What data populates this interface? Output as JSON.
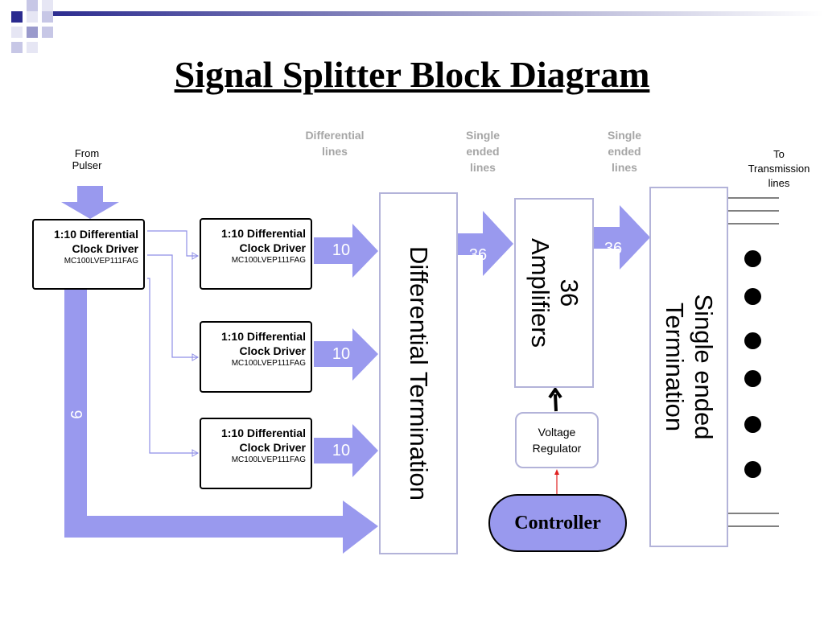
{
  "title": "Signal Splitter Block Diagram",
  "labels": {
    "from_pulser": [
      "From",
      "Pulser"
    ],
    "differential_lines": [
      "Differential",
      "lines"
    ],
    "single_ended_lines_1": [
      "Single",
      "ended",
      "lines"
    ],
    "single_ended_lines_2": [
      "Single",
      "ended",
      "lines"
    ],
    "to_transmission_lines": [
      "To",
      "Transmission",
      "lines"
    ]
  },
  "drivers": [
    {
      "line1": "1:10 Differential",
      "line2": "Clock Driver",
      "part": "MC100LVEP111FAG"
    },
    {
      "line1": "1:10 Differential",
      "line2": "Clock Driver",
      "part": "MC100LVEP111FAG"
    },
    {
      "line1": "1:10 Differential",
      "line2": "Clock Driver",
      "part": "MC100LVEP111FAG"
    },
    {
      "line1": "1:10 Differential",
      "line2": "Clock Driver",
      "part": "MC100LVEP111FAG"
    }
  ],
  "counts": {
    "bypass_arrow": "9",
    "driver_outputs": [
      "10",
      "10",
      "10"
    ],
    "to_amplifiers": "36",
    "to_single_ended": "36"
  },
  "blocks": {
    "differential_termination": "Differential Termination",
    "amplifiers": [
      "36",
      "Amplifiers"
    ],
    "single_ended_termination": [
      "Single ended",
      "Termination"
    ],
    "voltage_regulator": [
      "Voltage",
      "Regulator"
    ],
    "controller": "Controller"
  },
  "colors": {
    "arrow_fill": "#9999ee",
    "box_border": "#b3b3d9",
    "thin_line": "#8f8fe6",
    "control_line": "#e02020"
  }
}
